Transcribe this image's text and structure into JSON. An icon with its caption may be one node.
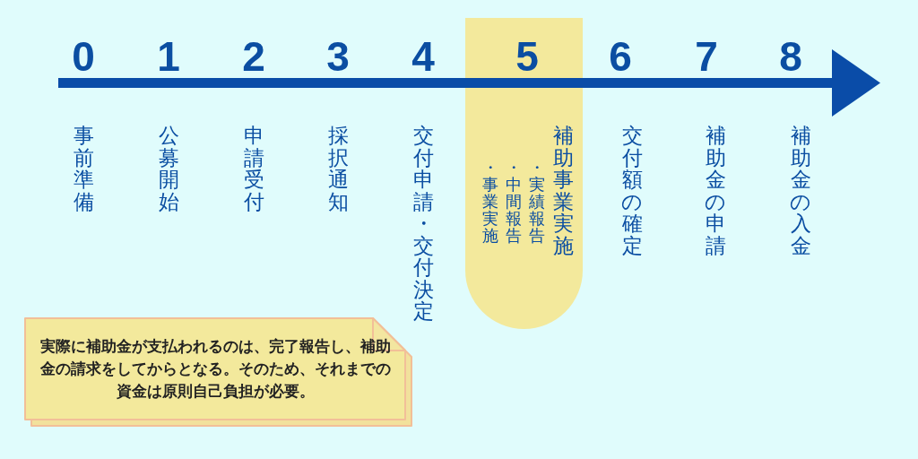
{
  "diagram": {
    "nodes": [
      {
        "text": [
          "5",
          "補助事業実施",
          "・事業実施",
          "・中間報告",
          "・実績報告"
        ]
      },
      {
        "text": [
          "実際に補助金が支払われるのは、完了報告し、補助金の請求をしてからとなる。そのため、それまでの資金は原則自己負担が必要。"
        ]
      }
    ],
    "labels": [
      "0",
      "事前準備",
      "1",
      "公募開始",
      "2",
      "申請受付",
      "3",
      "採択通知",
      "4",
      "交付申請・交付決定",
      "6",
      "交付額の確定",
      "7",
      "補助金の申請",
      "8",
      "補助金の入金"
    ]
  }
}
